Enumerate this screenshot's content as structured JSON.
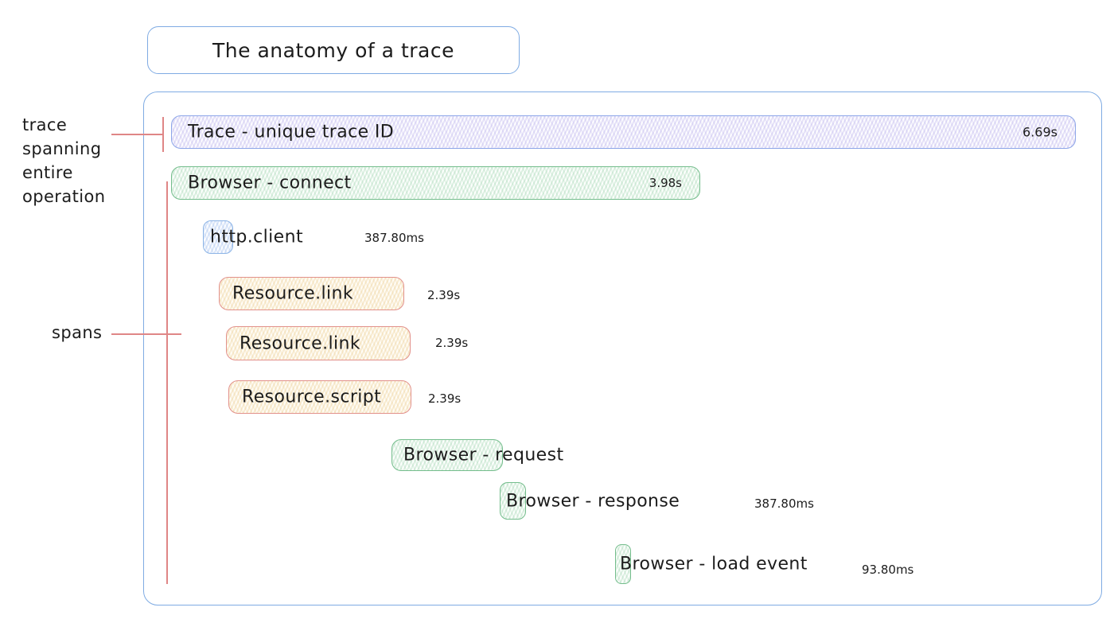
{
  "title": "The anatomy of a trace",
  "annotations": {
    "trace_lines": [
      "trace",
      "spanning",
      "entire",
      "operation"
    ],
    "spans_label": "spans"
  },
  "spans": {
    "trace": {
      "label": "Trace - unique trace ID",
      "duration": "6.69s"
    },
    "connect": {
      "label": "Browser - connect",
      "duration": "3.98s"
    },
    "http_client": {
      "label": "http.client",
      "duration": "387.80ms"
    },
    "resource_link_1": {
      "label": "Resource.link",
      "duration": "2.39s"
    },
    "resource_link_2": {
      "label": "Resource.link",
      "duration": "2.39s"
    },
    "resource_script": {
      "label": "Resource.script",
      "duration": "2.39s"
    },
    "request": {
      "label": "Browser - request"
    },
    "response": {
      "label": "Browser - response",
      "duration": "387.80ms"
    },
    "load_event": {
      "label": "Browser - load event",
      "duration": "93.80ms"
    }
  },
  "colors": {
    "container_border": "#7fabe3",
    "trace_border": "#8da6e8",
    "green_border": "#74bd8c",
    "blue_border": "#8cb4e6",
    "yellow_border": "#e2918b",
    "annotation_red": "#df8686",
    "text": "#1c1c1c"
  }
}
